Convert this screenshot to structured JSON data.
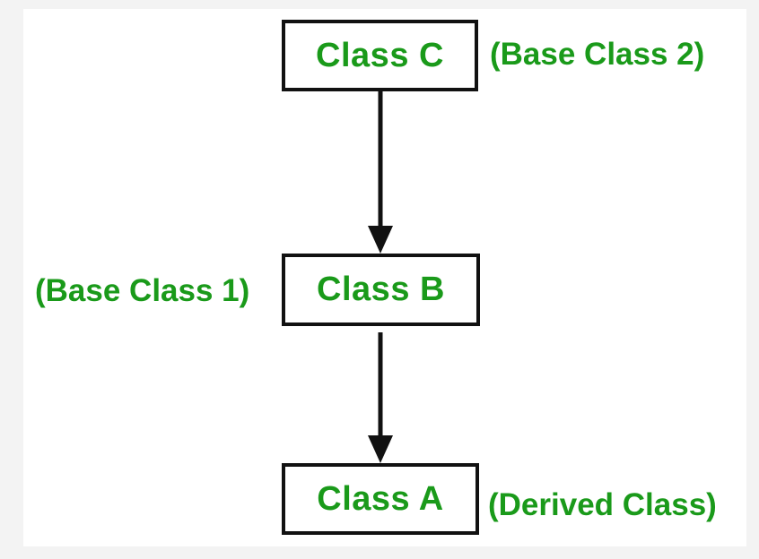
{
  "diagram": {
    "nodes": {
      "class_c": {
        "label": "Class C",
        "note": "(Base Class 2)"
      },
      "class_b": {
        "label": "Class B",
        "note": "(Base Class 1)"
      },
      "class_a": {
        "label": "Class A",
        "note": "(Derived Class)"
      }
    },
    "edges": [
      {
        "from": "Class C",
        "to": "Class B"
      },
      {
        "from": "Class B",
        "to": "Class A"
      }
    ]
  },
  "colors": {
    "text_green": "#1a9a1a",
    "border": "#111111",
    "background": "#ffffff"
  }
}
